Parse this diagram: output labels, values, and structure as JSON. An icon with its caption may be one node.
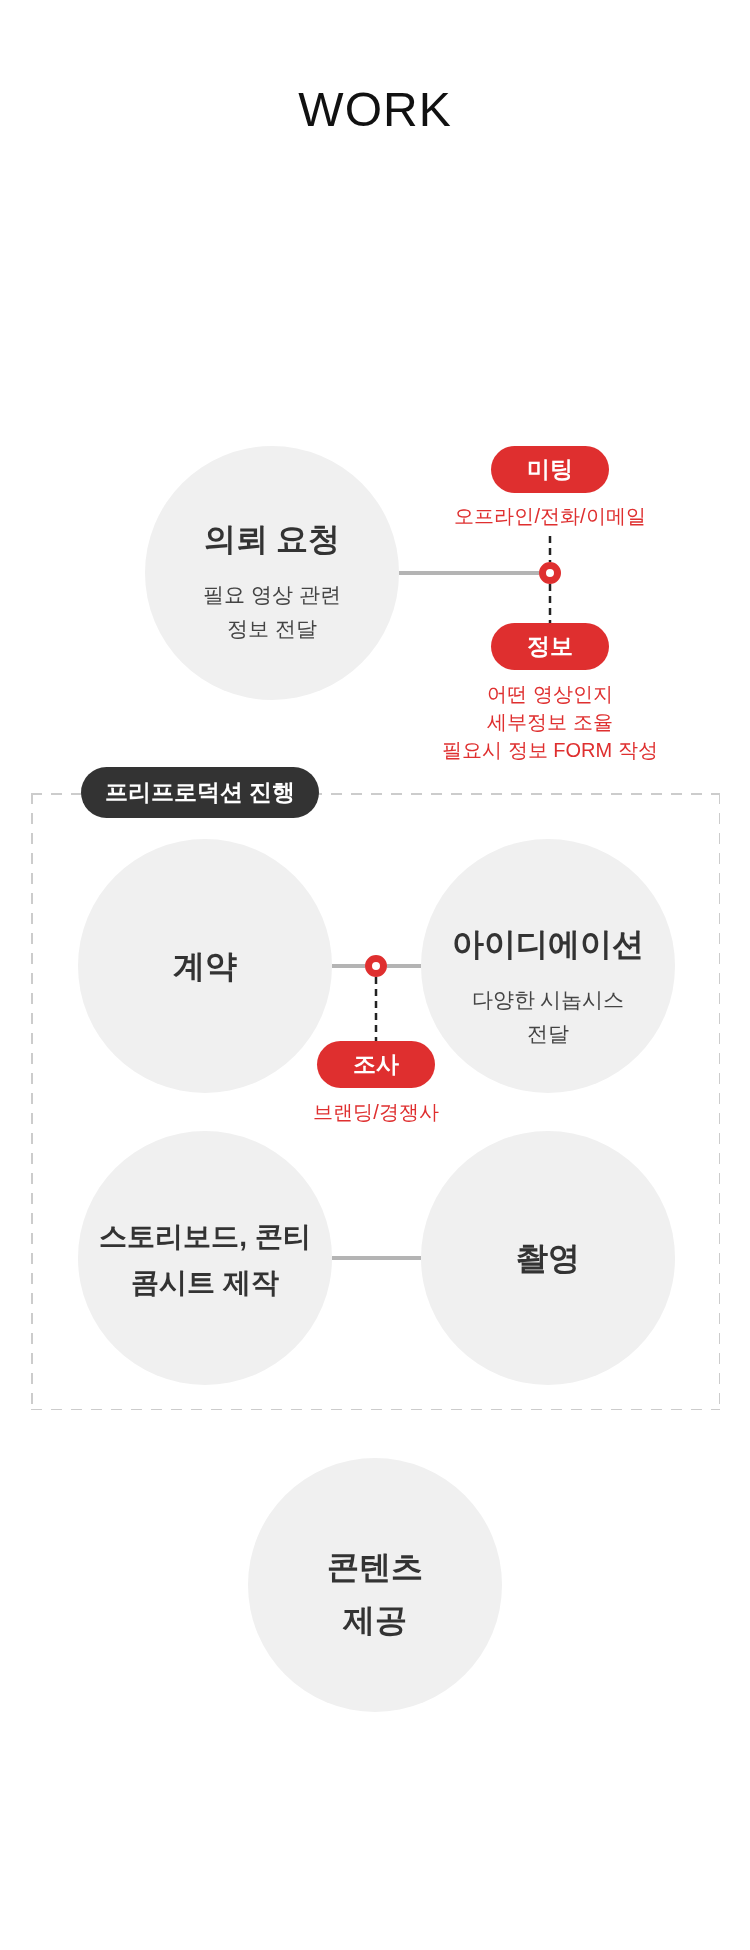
{
  "diagram": {
    "title": "WORK",
    "nodes": [
      {
        "text": [
          "의뢰 요청",
          "필요 영상 관련 정보 전달"
        ]
      },
      {
        "text": [
          "미팅"
        ],
        "beside": [
          "오프라인/전화/이메일"
        ]
      },
      {
        "text": [],
        "shape": "circle"
      },
      {
        "text": [
          "정보"
        ],
        "beside": [
          "어떤 영상인지",
          "세부정보 조율",
          "필요시 정보 FORM 작성"
        ]
      },
      {
        "text": [
          "프리프로덕션 진행"
        ]
      },
      {
        "text": [
          "계약"
        ],
        "in": 4
      },
      {
        "text": [],
        "shape": "circle",
        "in": 4
      },
      {
        "text": [
          "아이디에이션",
          "다양한 시놉시스 전달"
        ],
        "in": 4
      },
      {
        "text": [
          "조사"
        ],
        "beside": [
          "브랜딩/경쟁사"
        ],
        "in": 4
      },
      {
        "text": [
          "스토리보드, 콘티 콤시트 제작"
        ],
        "in": 4
      },
      {
        "text": [
          "촬영"
        ],
        "in": 4
      },
      {
        "text": [
          "콘텐츠 제공"
        ]
      }
    ],
    "edges": [
      {
        "from": 0,
        "to": 2,
        "arrow": "none"
      },
      {
        "from": 1,
        "to": 2,
        "arrow": "none",
        "style": "dashed",
        "color": "#222222"
      },
      {
        "from": 2,
        "to": 3,
        "arrow": "none",
        "style": "dashed",
        "color": "#222222"
      },
      {
        "from": 5,
        "to": 6,
        "arrow": "none"
      },
      {
        "from": 6,
        "to": 7,
        "arrow": "none"
      },
      {
        "from": 6,
        "to": 8,
        "arrow": "none",
        "style": "dashed",
        "color": "#222222"
      },
      {
        "from": 9,
        "to": 10,
        "arrow": "none"
      }
    ]
  }
}
